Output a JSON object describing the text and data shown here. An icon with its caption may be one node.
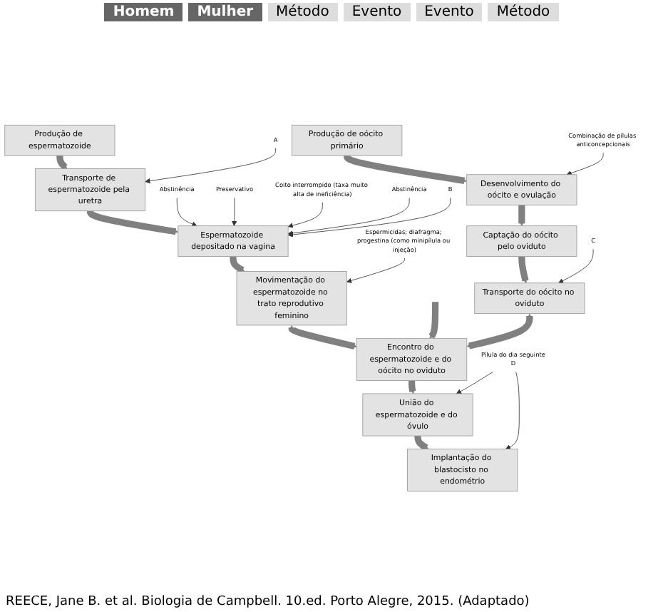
{
  "diagram": {
    "caption": "REECE, Jane B. et al. Biologia de Campbell. 10.ed. Porto Alegre, 2015. (Adaptado)",
    "nodes": [
      {
        "text": [
          "Produção de espermatozoide"
        ]
      },
      {
        "text": [
          "Transporte de espermatozoide pela uretra"
        ]
      },
      {
        "text": [
          "Espermatozoide depositado na vagina"
        ]
      },
      {
        "text": [
          "Movimentação do espermatozoide no trato reprodutivo feminino"
        ]
      },
      {
        "text": [
          "Produção de oócito primário"
        ]
      },
      {
        "text": [
          "Desenvolvimento do oócito e ovulação"
        ]
      },
      {
        "text": [
          "Captação do oócito pelo oviduto"
        ]
      },
      {
        "text": [
          "Transporte do oócito no oviduto"
        ]
      },
      {
        "text": [
          "Encontro do espermatozoide e do oócito no oviduto"
        ]
      },
      {
        "text": [
          "União do espermatozoide e do óvulo"
        ]
      },
      {
        "text": [
          "Implantação do blastocisto no endométrio"
        ]
      },
      {
        "text": [
          "A"
        ]
      },
      {
        "text": [
          "Abstinência"
        ]
      },
      {
        "text": [
          "Preservativo"
        ]
      },
      {
        "text": [
          "Coito interrompido (taxa muito alta de ineficiência)"
        ]
      },
      {
        "text": [
          "Combinação de pílulas anticoncepcionais"
        ]
      },
      {
        "text": [
          "Abstinência"
        ]
      },
      {
        "text": [
          "B"
        ]
      },
      {
        "text": [
          "C"
        ]
      },
      {
        "text": [
          "Espermicidas; diafragma; progestina (como minipílula ou injeção)"
        ]
      },
      {
        "text": [
          "Pílula do dia seguinte",
          "D"
        ]
      }
    ],
    "edges": [
      {
        "from": 0,
        "to": 1,
        "arrow": "to",
        "style": "thick",
        "color": "#808080"
      },
      {
        "from": 1,
        "to": 2,
        "arrow": "to",
        "style": "thick",
        "color": "#808080"
      },
      {
        "from": 2,
        "to": 3,
        "arrow": "to",
        "style": "thick",
        "color": "#808080"
      },
      {
        "from": 4,
        "to": 5,
        "arrow": "to",
        "style": "thick",
        "color": "#808080"
      },
      {
        "from": 5,
        "to": 6,
        "arrow": "to",
        "style": "thick",
        "color": "#808080"
      },
      {
        "from": 6,
        "to": 7,
        "arrow": "to",
        "style": "thick",
        "color": "#808080"
      },
      {
        "from": 3,
        "to": 8,
        "arrow": "both",
        "style": "thick",
        "color": "#808080"
      },
      {
        "from": null,
        "to": 8,
        "arrow": "to",
        "style": "thick",
        "color": "#808080"
      },
      {
        "from": 7,
        "to": 8,
        "arrow": "both",
        "style": "thick",
        "color": "#808080"
      },
      {
        "from": 8,
        "to": 9,
        "arrow": "to",
        "style": "thick",
        "color": "#808080"
      },
      {
        "from": 9,
        "to": 10,
        "arrow": "to",
        "style": "thick",
        "color": "#808080"
      },
      {
        "from": 11,
        "to": 1,
        "arrow": "to"
      },
      {
        "from": 12,
        "to": 2,
        "arrow": "to"
      },
      {
        "from": 13,
        "to": 2,
        "arrow": "to"
      },
      {
        "from": 14,
        "to": 2,
        "arrow": "to"
      },
      {
        "from": 15,
        "to": 5,
        "arrow": "to"
      },
      {
        "from": 16,
        "to": 2,
        "arrow": "to"
      },
      {
        "from": 17,
        "to": 2,
        "arrow": "to"
      },
      {
        "from": 18,
        "to": 7,
        "arrow": "to"
      },
      {
        "from": 19,
        "to": 3,
        "arrow": "to"
      },
      {
        "from": 20,
        "to": 9,
        "arrow": "to"
      },
      {
        "from": 20,
        "to": 10,
        "arrow": "to"
      }
    ],
    "labels": [
      "Homem",
      "Mulher",
      "Método",
      "Evento",
      "Evento",
      "Método"
    ]
  }
}
